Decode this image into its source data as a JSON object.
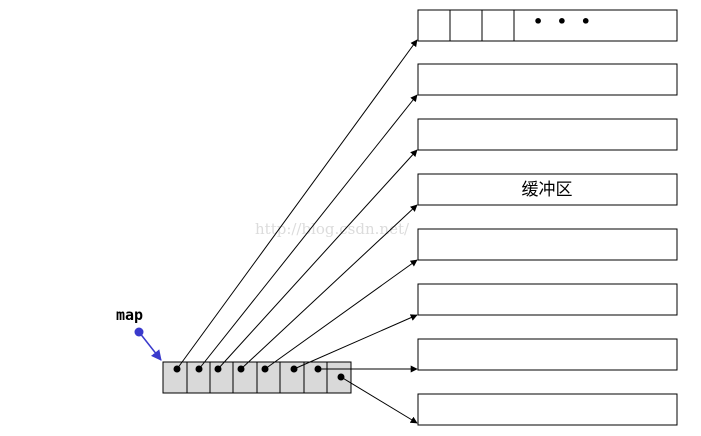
{
  "map_label": "map",
  "buffer_label": "缓冲区",
  "first_buffer_ellipsis": "• • •",
  "watermark": "http://blog.csdn.net/",
  "buffer_count": 8,
  "map_slot_count": 8,
  "colors": {
    "line": "#000000",
    "box_border": "#000000",
    "map_fill": "#d9d9d9",
    "map_pointer": "#3a3acc",
    "watermark": "#dcdcdc"
  }
}
